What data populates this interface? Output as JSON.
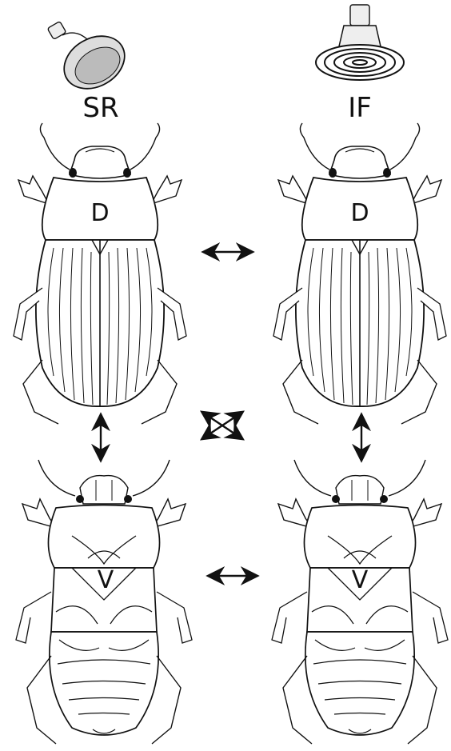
{
  "lamps": {
    "left": {
      "label": "SR",
      "icon": "spot-reflector-lamp-icon"
    },
    "right": {
      "label": "IF",
      "icon": "infrared-ceramic-lamp-icon"
    }
  },
  "beetles": {
    "dorsal_label": "D",
    "ventral_label": "V"
  },
  "arrows": {
    "top_horizontal": "double-headed-arrow",
    "left_vertical": "double-headed-arrow",
    "right_vertical": "double-headed-arrow",
    "center_cross": "four-way-diagonal-arrows",
    "bottom_horizontal": "double-headed-arrow"
  },
  "colors": {
    "ink": "#111111",
    "background": "#ffffff"
  }
}
